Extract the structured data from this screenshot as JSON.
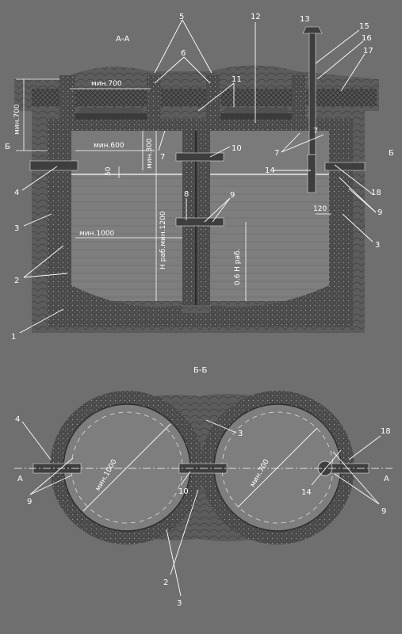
{
  "sections": {
    "a_a": "А-А",
    "b_b": "Б-Б"
  },
  "section_marks": {
    "b_left": "Б",
    "b_right": "Б",
    "a_left": "А",
    "a_right": "А"
  },
  "dimensions": {
    "min700_top": "мин.700",
    "min700_side": "мин.700",
    "min600": "мин.600",
    "min300": "мин.300",
    "d50": "50",
    "h_work": "Н раб.мин.1200",
    "min1000_a": "мин.1000",
    "h06": "0.6 Н раб.",
    "d120": "120",
    "min1000_b": "мин.1000",
    "min700_b": "мин.700"
  },
  "labels_aa": [
    "5",
    "6",
    "11",
    "12",
    "13",
    "15",
    "16",
    "17",
    "7",
    "7",
    "7",
    "10",
    "14",
    "18",
    "9",
    "8",
    "9",
    "3",
    "3",
    "2",
    "4",
    "1"
  ],
  "labels_bb": [
    "4",
    "9",
    "3",
    "10",
    "18",
    "14",
    "9",
    "2",
    "3"
  ],
  "colors": {
    "background": "#6f6f6f",
    "concrete": "#4d4d4d",
    "soil": "#595959",
    "water": "#808080",
    "line": "#ffffff"
  }
}
